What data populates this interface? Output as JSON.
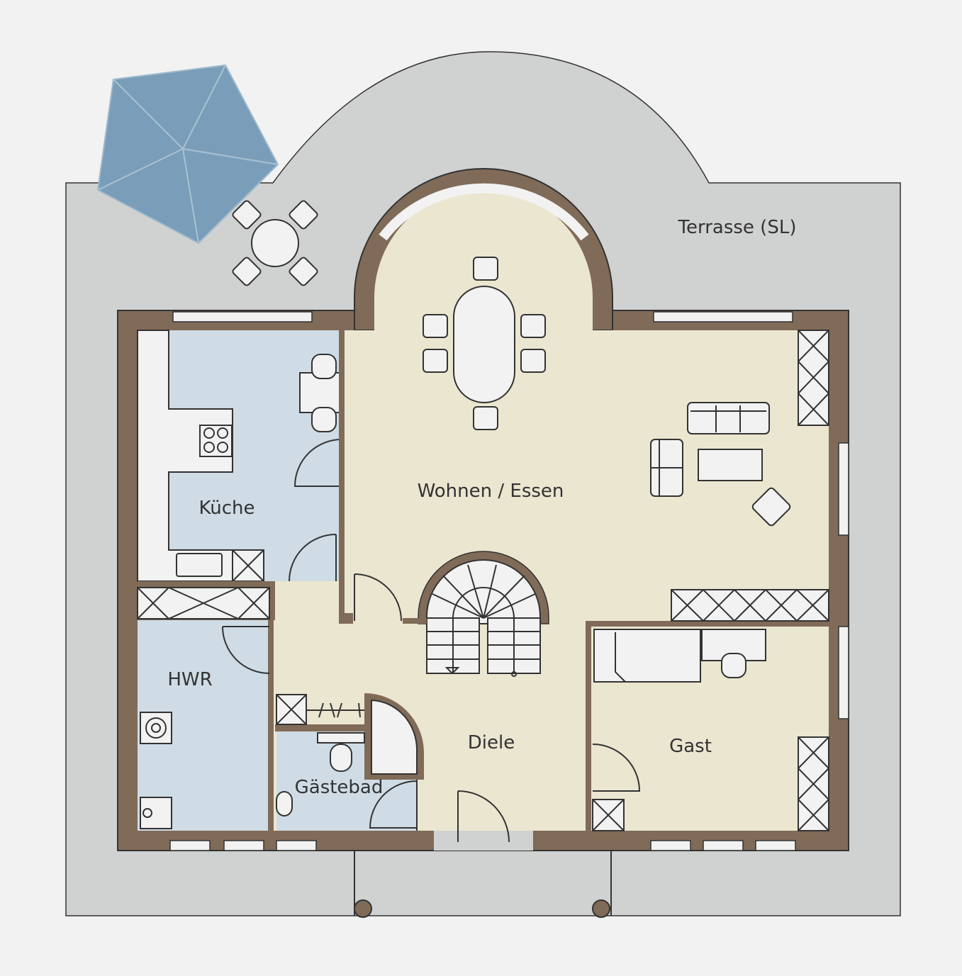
{
  "plan": {
    "rooms": {
      "terrace": "Terrasse (SL)",
      "living": "Wohnen / Essen",
      "kitchen": "Küche",
      "utility": "HWR",
      "hall": "Diele",
      "guest_bath": "Gästebad",
      "guest": "Gast"
    },
    "colors": {
      "background": "#f2f2f2",
      "terrace": "#d0d2d1",
      "wall": "#806b58",
      "living_floor": "#ebe6d0",
      "wet_floor": "#cfdce6",
      "umbrella": "#7a9eb9"
    }
  }
}
